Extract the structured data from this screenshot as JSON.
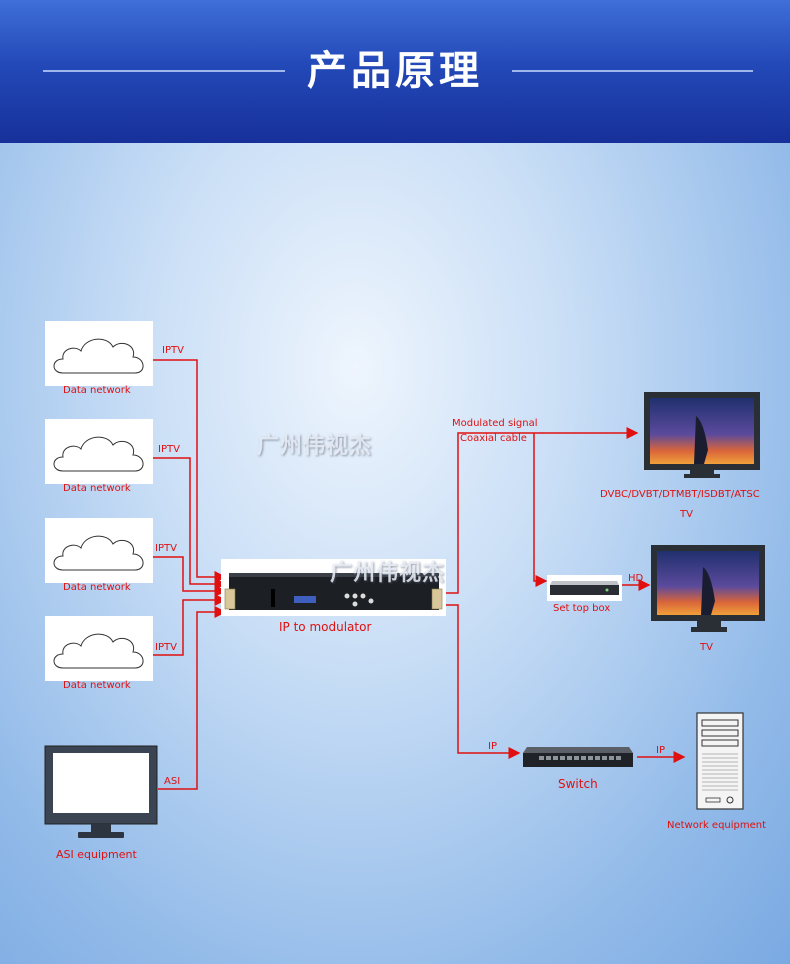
{
  "header": {
    "title": "产品原理"
  },
  "watermarks": [
    "广州伟视杰",
    "广州伟视杰"
  ],
  "networks": [
    {
      "label": "Data network",
      "link": "IPTV"
    },
    {
      "label": "Data network",
      "link": "IPTV"
    },
    {
      "label": "Data network",
      "link": "IPTV"
    },
    {
      "label": "Data network",
      "link": "IPTV"
    }
  ],
  "asi": {
    "label": "ASI equipment",
    "link": "ASI"
  },
  "modulator": {
    "label": "IP to modulator"
  },
  "output": {
    "signal": "Modulated signal",
    "cable": "Coaxial cable",
    "tv1_standards": "DVBC/DVBT/DTMBT/ISDBT/ATSC",
    "tv1_label": "TV",
    "stb_label": "Set top box",
    "hd_link": "HD",
    "tv2_label": "TV",
    "ip_link1": "IP",
    "switch_label": "Switch",
    "ip_link2": "IP",
    "network_equipment": "Network equipment"
  },
  "colors": {
    "line": "#e01010",
    "header": "#2349b8"
  }
}
